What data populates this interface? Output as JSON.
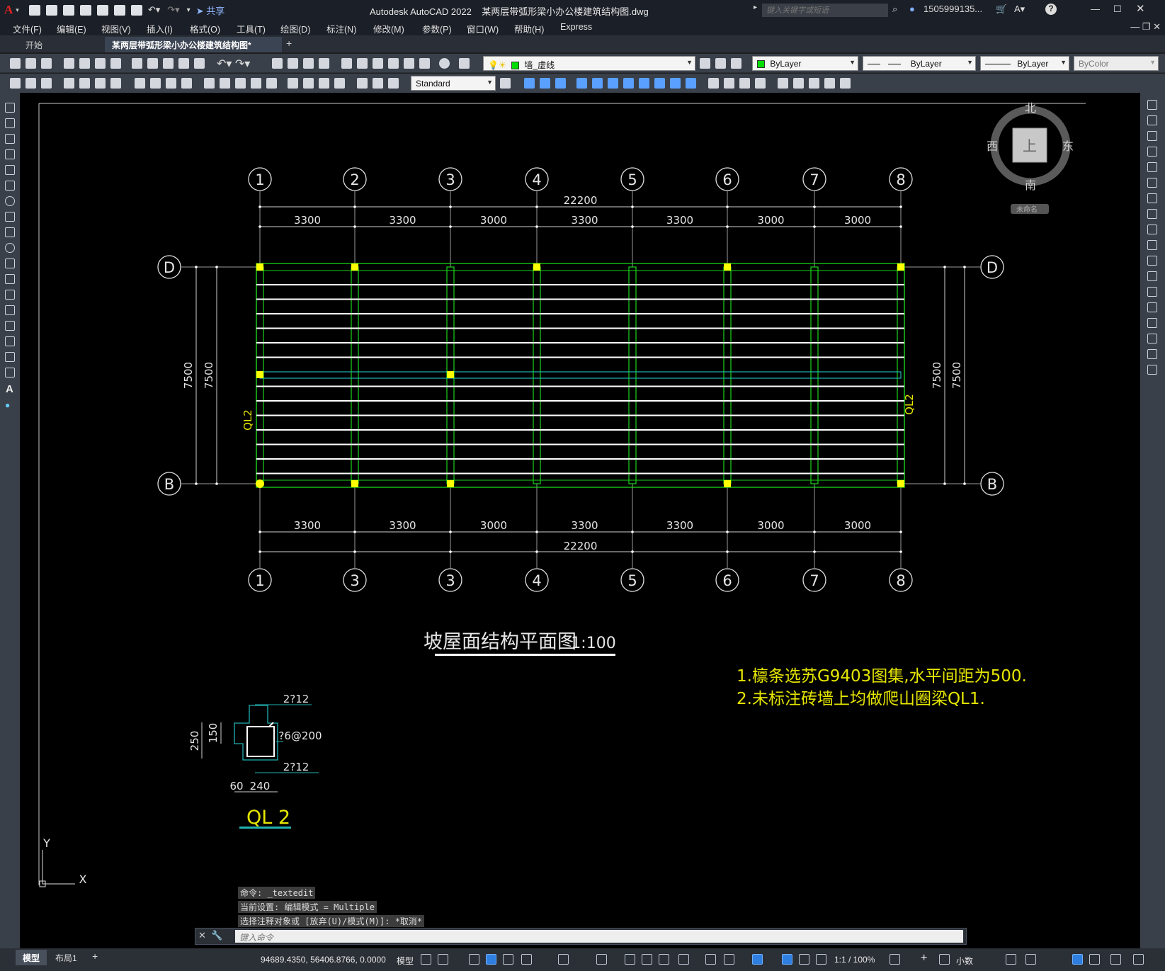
{
  "app": {
    "title": "Autodesk AutoCAD 2022",
    "filename": "某两层带弧形梁小办公楼建筑结构图.dwg",
    "share_label": "共享",
    "search_placeholder": "键入关键字或短语",
    "user": "1505999135...",
    "help": "?"
  },
  "menu": [
    "文件(F)",
    "编辑(E)",
    "视图(V)",
    "插入(I)",
    "格式(O)",
    "工具(T)",
    "绘图(D)",
    "标注(N)",
    "修改(M)",
    "参数(P)",
    "窗口(W)",
    "帮助(H)",
    "Express"
  ],
  "tabs": {
    "start": "开始",
    "doc": "某两层带弧形梁小办公楼建筑结构图*",
    "add": "+"
  },
  "toolbar": {
    "layer": "墙_虚线",
    "color": "ByLayer",
    "linetype": "ByLayer",
    "lineweight": "ByLayer",
    "plotstyle": "ByColor",
    "textstyle": "Standard"
  },
  "viewcube": {
    "north": "北",
    "south": "南",
    "east": "东",
    "west": "西",
    "top": "上",
    "wcs": "未命名"
  },
  "drawing": {
    "top_axes": [
      "1",
      "2",
      "3",
      "4",
      "5",
      "6",
      "7",
      "8"
    ],
    "bottom_axes": [
      "1",
      "3",
      "3",
      "4",
      "5",
      "6",
      "7",
      "8"
    ],
    "row_axes": [
      "D",
      "B"
    ],
    "total_dim": "22200",
    "spans": [
      "3300",
      "3300",
      "3000",
      "3300",
      "3300",
      "3000",
      "3000"
    ],
    "side_dim": "7500",
    "beam_label": "QL2",
    "plan_title": "坡屋面结构平面图",
    "plan_scale": "1:100",
    "notes": [
      "1.檩条选苏G9403图集,水平间距为500.",
      "2.未标注砖墙上均做爬山圈梁QL1."
    ],
    "section": {
      "top_bar": "2?12",
      "stirrup": "?6@200",
      "bottom_bar": "2?12",
      "height_outer": "250",
      "height_inner": "150",
      "width_left": "60",
      "width": "240",
      "name": "QL 2"
    },
    "ucs_y": "Y",
    "ucs_x": "X"
  },
  "command": {
    "history": [
      "命令: _textedit",
      "当前设置: 编辑模式 = Multiple",
      "选择注释对象或 [放弃(U)/模式(M)]: *取消*"
    ],
    "placeholder": "键入命令"
  },
  "status": {
    "model_tab": "模型",
    "layout_tab": "布局1",
    "add": "+",
    "coords": "94689.4350, 56406.8766, 0.0000",
    "space": "模型",
    "scale": "1:1 / 100%",
    "units": "小数"
  }
}
